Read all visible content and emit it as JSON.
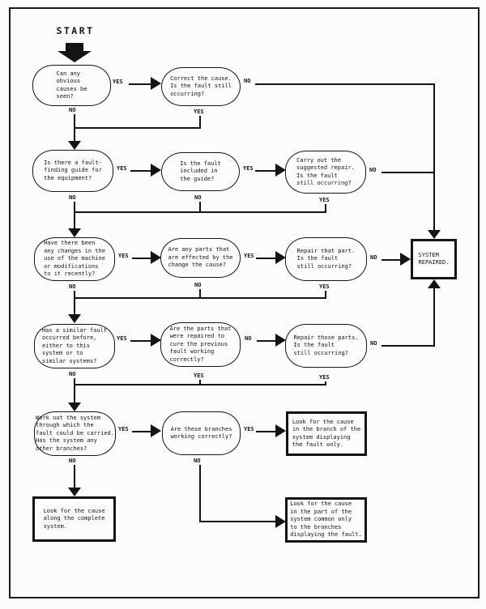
{
  "start": {
    "label": "START"
  },
  "edge_labels": {
    "yes": "YES",
    "no": "NO"
  },
  "nodes": {
    "obvious_causes": "Can any\nobvious\ncauses be\nseen?",
    "correct_cause": "Correct the cause.\nIs the fault still\noccurring?",
    "fault_guide": "Is there a fault-\nfinding guide for\nthe equipment?",
    "fault_in_guide": "Is the fault\nincluded in\nthe guide?",
    "carry_out_repair": "Carry out the\nsuggested repair.\nIs the fault\nstill occurring?",
    "recent_changes": "Have there been\nany changes in the\nuse of the machine\nor modifications\nto it recently?",
    "parts_affected": "Are any parts that\nare effected by the\nchange the cause?",
    "repair_that_part": "Repair that part.\nIs the fault\nstill occurring?",
    "similar_fault": "Has a similar fault\noccurred before,\neither to this\nsystem or to\nsimilar systems?",
    "previous_repairs": "Are the parts that\nwere repaired to\ncure the previous\nfault working\ncorrectly?",
    "repair_those_parts": "Repair those parts.\nIs the fault\nstill occurring?",
    "work_out_system": "Work out the system\nthrough which the\nfault could be carried.\nHas the system any\nother branches?",
    "branches_correct": "Are these branches\nworking correctly?",
    "system_repaired": "SYSTEM\nREPAIRED.",
    "branch_only": "Look for the cause\nin the branch of the\nsystem displaying\nthe fault only.",
    "complete_system": "Look for the cause\nalong the complete\nsystem.",
    "common_branches": "Look for the cause\nin the part of the\nsystem common only\nto the branches\ndisplaying the fault."
  },
  "colors": {
    "ink": "#141414",
    "paper": "#fcfcfa"
  }
}
